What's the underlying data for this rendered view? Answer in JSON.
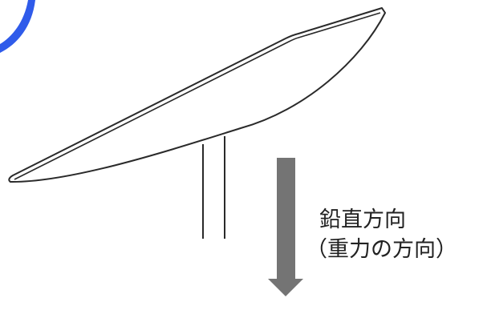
{
  "annotation": {
    "line1": "鉛直方向",
    "line2": "（重力の方向）"
  },
  "colors": {
    "accent_blue": "#2f5bea",
    "dish_stroke": "#2a2a2a",
    "arrow_fill": "#747474",
    "background": "#ffffff",
    "text": "#222222"
  },
  "icons": [
    "satellite-dish",
    "down-arrow"
  ]
}
